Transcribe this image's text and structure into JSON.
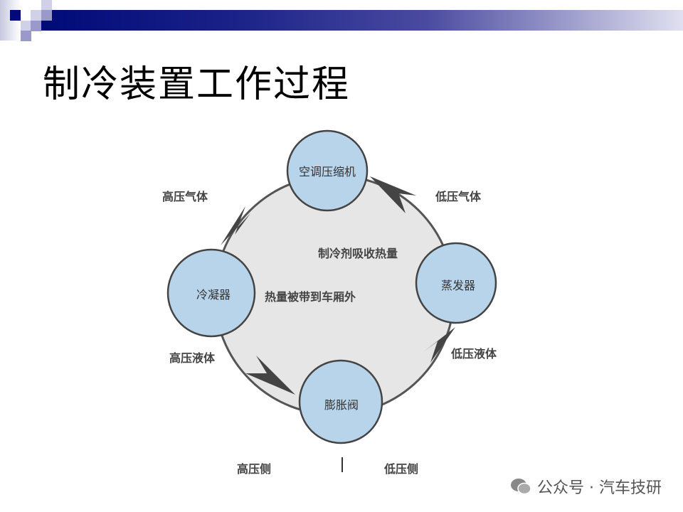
{
  "title": "制冷装置工作过程",
  "diagram": {
    "nodes": {
      "compressor": "空调压缩机",
      "condenser": "冷凝器",
      "evaporator": "蒸发器",
      "expansion_valve": "膨胀阀"
    },
    "flows": {
      "high_gas": "高压气体",
      "low_gas": "低压气体",
      "high_liquid": "高压液体",
      "low_liquid": "低压液体"
    },
    "inner": {
      "absorb": "制冷剂吸收热量",
      "release": "热量被带到车厢外"
    },
    "sides": {
      "high": "高压侧",
      "low": "低压侧"
    }
  },
  "watermark": "公众号 · 汽车技研",
  "colors": {
    "navy": "#000a78",
    "node": "#b8d4ea",
    "cycle": "#e6e6e6"
  }
}
